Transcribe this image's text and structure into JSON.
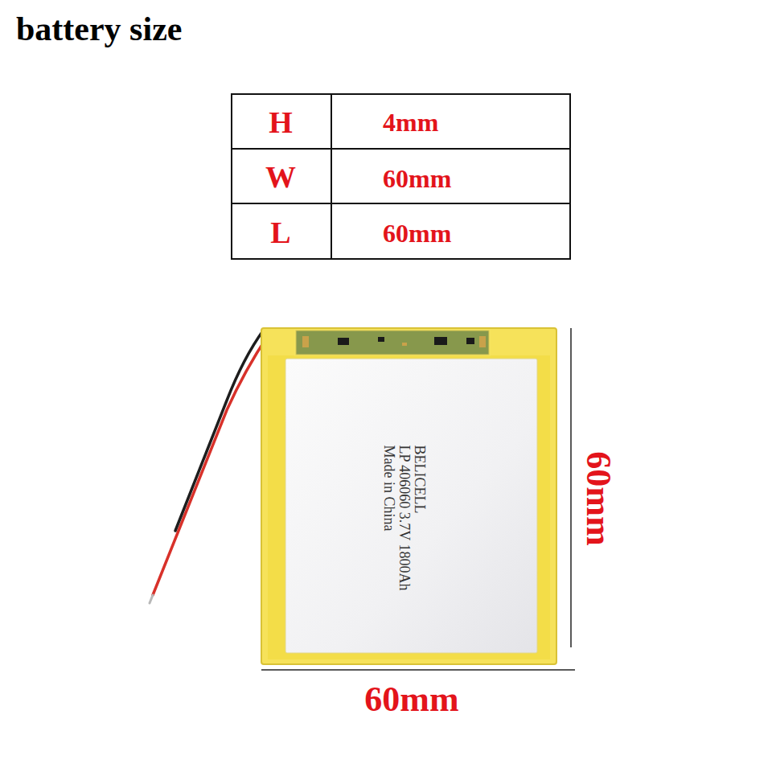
{
  "diagram": {
    "title": "battery size",
    "nodes": [
      {
        "text": [
          "BELICELL",
          "LP 406060 3.7V 1800Ah",
          "Made in China"
        ]
      }
    ],
    "labels": [
      "H",
      "4mm",
      "W",
      "60mm",
      "L",
      "60mm",
      "60mm",
      "60mm"
    ]
  }
}
